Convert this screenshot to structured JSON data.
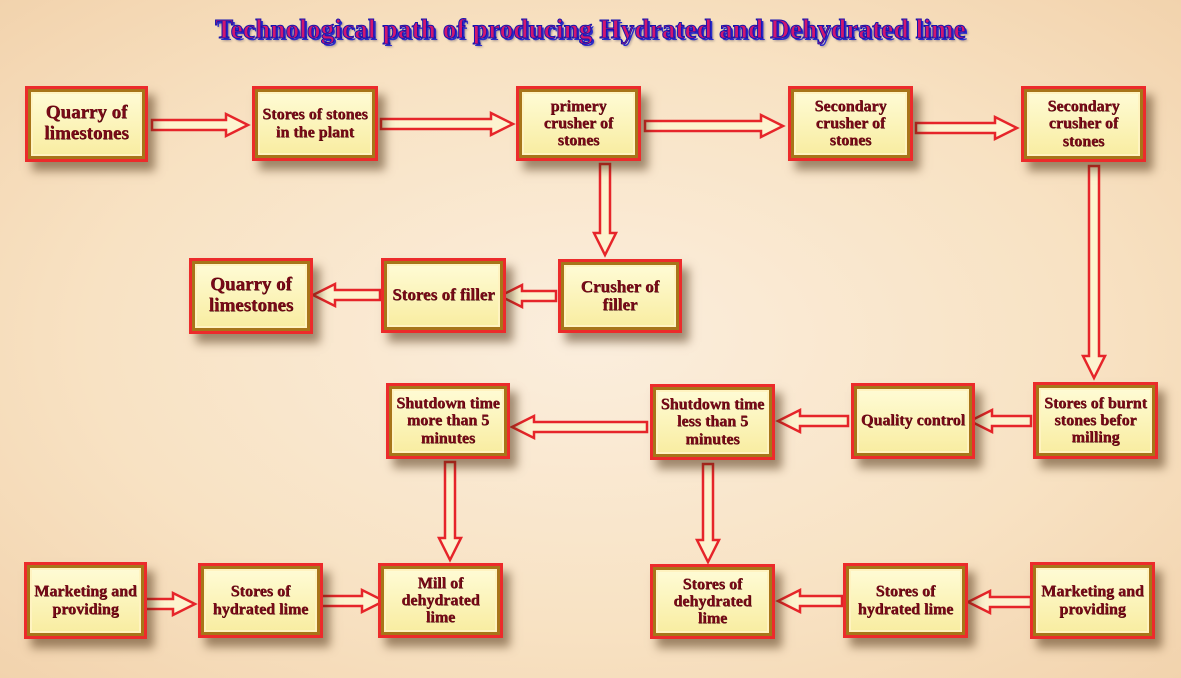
{
  "title": "Technological path of producing Hydrated and Dehydrated lime",
  "colors": {
    "box_fill": "#f8ec9e",
    "box_border": "#ec2b2b",
    "box_text": "#7a0a18",
    "arrow_fill": "#fdf3cf",
    "arrow_stroke": "#e6252a",
    "title_fill": "#d0176f",
    "title_outline": "#1515b0"
  },
  "nodes": {
    "quarry_top": "Quarry of limestones",
    "stores_stones": "Stores of stones in the plant",
    "primary_crusher": "primery crusher of stones",
    "secondary_crusher_1": "Secondary crusher of stones",
    "secondary_crusher_2": "Secondary crusher of stones",
    "quarry_mid": "Quarry of limestones",
    "stores_filler": "Stores of filler",
    "crusher_filler": "Crusher of filler",
    "shutdown_more": "Shutdown time more than 5 minutes",
    "shutdown_less": "Shutdown time less than 5 minutes",
    "quality_control": "Quality control",
    "stores_burnt": "Stores of burnt stones befor milling",
    "marketing_left": "Marketing and providing",
    "stores_hydrated_left": "Stores of hydrated lime",
    "mill_dehydrated": "Mill of dehydrated lime",
    "stores_dehydrated": "Stores of dehydrated lime",
    "stores_hydrated_right": "Stores of hydrated lime",
    "marketing_right": "Marketing and providing"
  }
}
